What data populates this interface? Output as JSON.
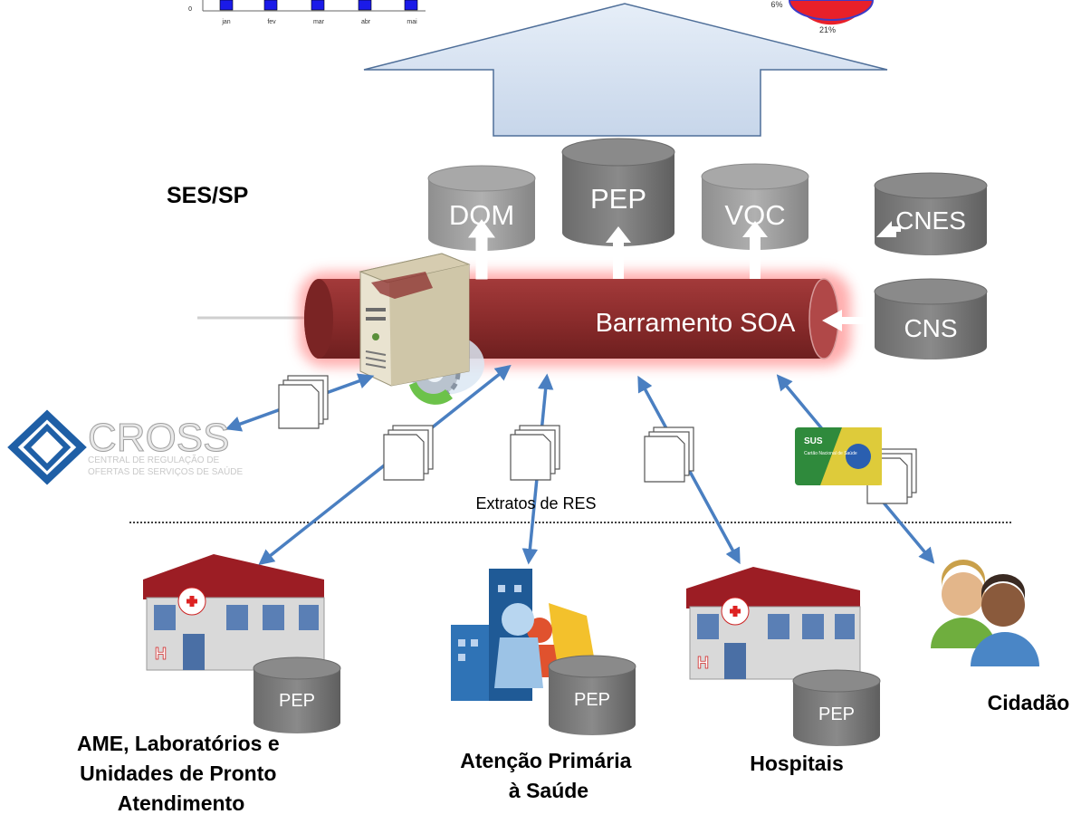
{
  "top_chart": {
    "y_tick": "0",
    "months": [
      "jan",
      "fev",
      "mar",
      "abr",
      "mai"
    ]
  },
  "top_pie": {
    "labels": [
      "6%",
      "21%"
    ],
    "colors": [
      "#e8202a",
      "#3c3cc8"
    ]
  },
  "ses_label": "SES/SP",
  "bus": {
    "label": "Barramento SOA",
    "color": "#8b2c2c"
  },
  "databases": {
    "dom": "DOM",
    "pep_center": "PEP",
    "voc": "VOC",
    "cnes": "CNES",
    "cns": "CNS"
  },
  "cross": {
    "name": "CROSS",
    "subtitle_line1": "CENTRAL DE REGULAÇÃO DE",
    "subtitle_line2": "OFERTAS DE SERVIÇOS DE SAÚDE"
  },
  "card": {
    "brand": "SUS",
    "text": "Cartão Nacional de Saúde"
  },
  "extratos_label": "Extratos de RES",
  "facilities": [
    {
      "pep": "PEP",
      "label_lines": [
        "AME, Laboratórios e",
        "Unidades de Pronto",
        "Atendimento"
      ]
    },
    {
      "pep": "PEP",
      "label_lines": [
        "Atenção Primária",
        "à Saúde"
      ]
    },
    {
      "pep": "PEP",
      "label_lines": [
        "Hospitais"
      ]
    }
  ],
  "citizen_label": "Cidadão",
  "arrow_color": "#4a7fc1"
}
